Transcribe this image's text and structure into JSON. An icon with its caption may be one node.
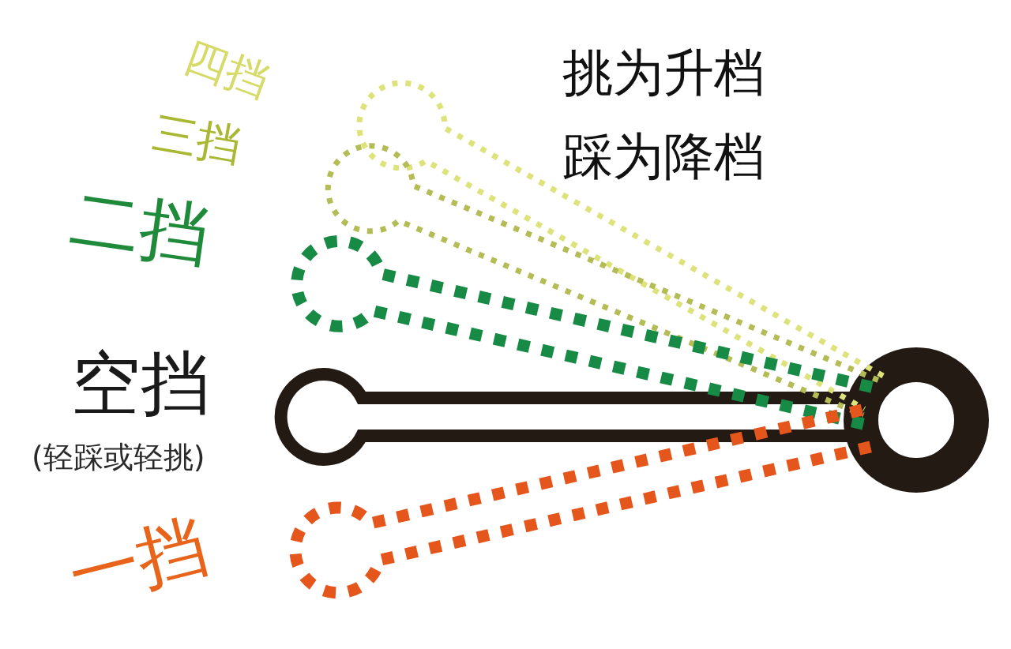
{
  "diagram": {
    "labels": [
      "四挡",
      "三挡",
      "挑为升档",
      "踩为降档",
      "二挡",
      "空挡",
      "(轻踩或轻挑)",
      "一挡"
    ]
  }
}
